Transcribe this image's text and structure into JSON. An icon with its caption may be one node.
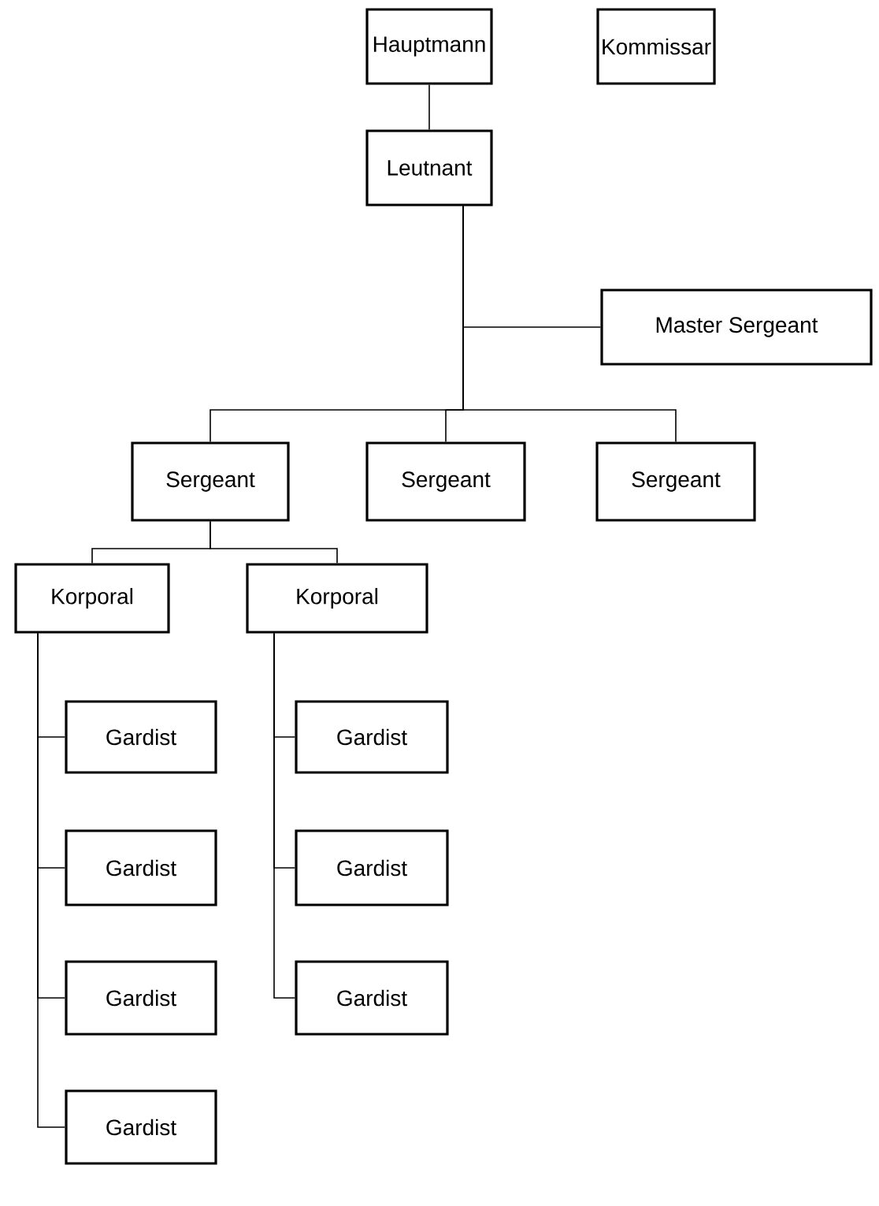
{
  "diagram": {
    "nodes": [
      {
        "text": [
          "Hauptmann"
        ]
      },
      {
        "text": [
          "Kommissar"
        ]
      },
      {
        "text": [
          "Leutnant"
        ]
      },
      {
        "text": [
          "Master Sergeant"
        ]
      },
      {
        "text": [
          "Sergeant"
        ]
      },
      {
        "text": [
          "Sergeant"
        ]
      },
      {
        "text": [
          "Sergeant"
        ]
      },
      {
        "text": [
          "Korporal"
        ]
      },
      {
        "text": [
          "Korporal"
        ]
      },
      {
        "text": [
          "Gardist"
        ]
      },
      {
        "text": [
          "Gardist"
        ]
      },
      {
        "text": [
          "Gardist"
        ]
      },
      {
        "text": [
          "Gardist"
        ]
      },
      {
        "text": [
          "Gardist"
        ]
      },
      {
        "text": [
          "Gardist"
        ]
      },
      {
        "text": [
          "Gardist"
        ]
      }
    ],
    "edges": [
      {
        "from": 0,
        "to": 2,
        "arrow": "none"
      },
      {
        "from": 2,
        "to": 3,
        "arrow": "none"
      },
      {
        "from": 2,
        "to": 4,
        "arrow": "none"
      },
      {
        "from": 2,
        "to": 5,
        "arrow": "none"
      },
      {
        "from": 2,
        "to": 6,
        "arrow": "none"
      },
      {
        "from": 4,
        "to": 7,
        "arrow": "none"
      },
      {
        "from": 4,
        "to": 8,
        "arrow": "none"
      },
      {
        "from": 7,
        "to": 9,
        "arrow": "none"
      },
      {
        "from": 7,
        "to": 10,
        "arrow": "none"
      },
      {
        "from": 7,
        "to": 11,
        "arrow": "none"
      },
      {
        "from": 7,
        "to": 12,
        "arrow": "none"
      },
      {
        "from": 8,
        "to": 13,
        "arrow": "none"
      },
      {
        "from": 8,
        "to": 14,
        "arrow": "none"
      },
      {
        "from": 8,
        "to": 15,
        "arrow": "none"
      }
    ]
  }
}
